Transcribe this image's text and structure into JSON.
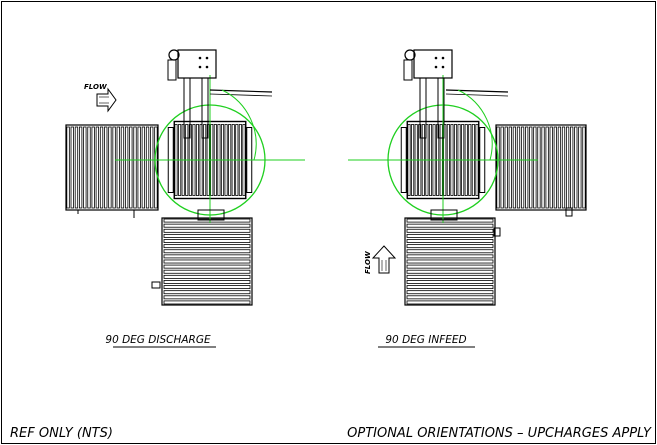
{
  "drawing": {
    "left_view": {
      "caption": "90 DEG DISCHARGE",
      "flow_label": "FLOW"
    },
    "right_view": {
      "caption": "90 DEG INFEED",
      "flow_label": "FLOW"
    },
    "footer": {
      "left_note": "REF ONLY (NTS)",
      "right_note": "OPTIONAL ORIENTATIONS – UPCHARGES APPLY"
    },
    "colors": {
      "line": "#000000",
      "centerline": "#1fcf1f",
      "background": "#ffffff"
    }
  }
}
